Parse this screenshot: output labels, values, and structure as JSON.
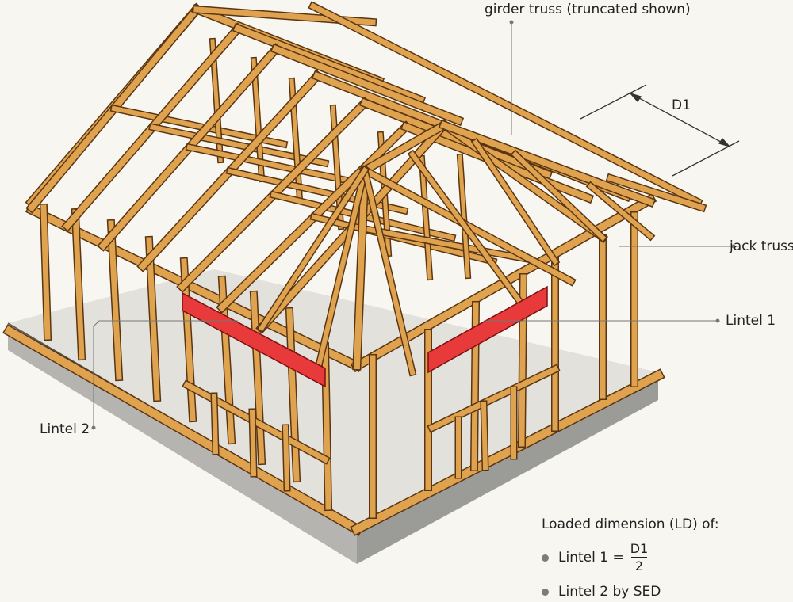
{
  "labels": {
    "girder_truss": "girder truss (truncated shown)",
    "d1": "D1",
    "jack_truss": "jack truss",
    "lintel1": "Lintel 1",
    "lintel2": "Lintel 2"
  },
  "legend": {
    "title": "Loaded dimension (LD) of:",
    "item1_prefix": "Lintel 1 =",
    "item1_numerator": "D1",
    "item1_denominator": "2",
    "item2": "Lintel 2 by SED"
  },
  "colors": {
    "timber": "#dfa24f",
    "timber_outline": "#5a3512",
    "lintel": "#e83a3a",
    "slab_top": "#e2e1dc",
    "slab_side": "#a9a9a5",
    "leader": "#777777"
  }
}
